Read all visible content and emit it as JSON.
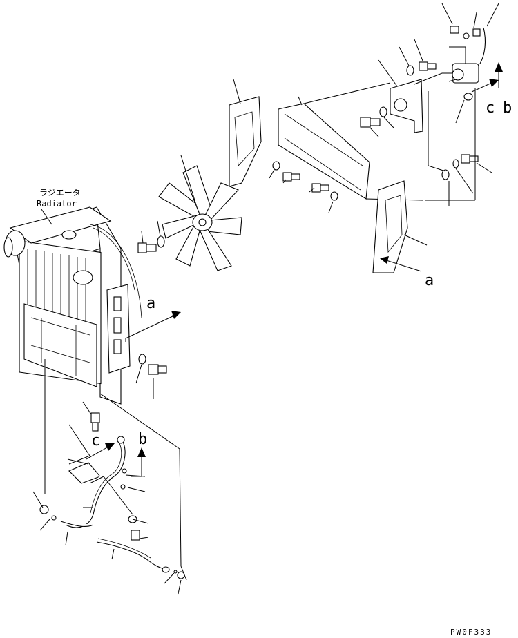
{
  "caption": {
    "jp": "ラジエータ",
    "en": "Radiator"
  },
  "refs": {
    "a1": "a",
    "a2": "a",
    "b1": "b",
    "b2": "b",
    "c1": "c",
    "c2": "c",
    "dash": "- -"
  },
  "figure_code": "PW0F333"
}
